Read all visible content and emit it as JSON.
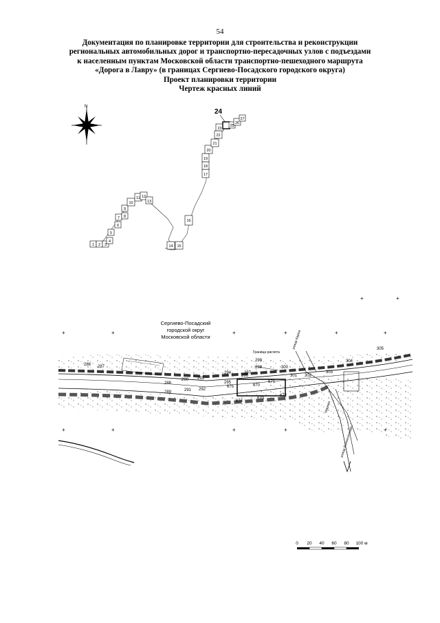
{
  "page": {
    "number": "54"
  },
  "title": {
    "lines": [
      "Документация по планировке территории для строительства и реконструкции",
      "региональных автомобильных дорог и транспортно-пересадочных узлов с подъездами",
      "к населенным пунктам Московской области транспортно-пешеходного маршрута",
      "«Дорога в Лавру» (в границах Сергиево-Посадского городского округа)",
      "Проект планировки территории",
      "Чертеж красных линий"
    ]
  },
  "key_map": {
    "north_label": "N",
    "current_sheet": "24",
    "sheets": [
      "1",
      "2",
      "3",
      "4",
      "5",
      "6",
      "7",
      "8",
      "9",
      "10",
      "11",
      "12",
      "13",
      "14",
      "15",
      "16",
      "17",
      "18",
      "19",
      "20",
      "21",
      "22",
      "23",
      "25",
      "26",
      "27"
    ]
  },
  "detail_map": {
    "district_label": [
      "Сергиево-Посадский",
      "городской округ",
      "Московской области"
    ],
    "boundary_label": "Граница расчета",
    "street_labels": [
      "улица Карла",
      "Маркса",
      "улица Вознесенская"
    ],
    "point_labels": [
      "286",
      "287",
      "288",
      "289",
      "290",
      "291",
      "292",
      "293",
      "294",
      "295",
      "296",
      "297",
      "298",
      "299",
      "300",
      "301",
      "302",
      "303",
      "304",
      "305",
      "670",
      "671",
      "672",
      "673",
      "674",
      "675",
      "676"
    ]
  },
  "scale_bar": {
    "ticks": [
      "0",
      "20",
      "40",
      "60",
      "80",
      "100 м"
    ]
  }
}
